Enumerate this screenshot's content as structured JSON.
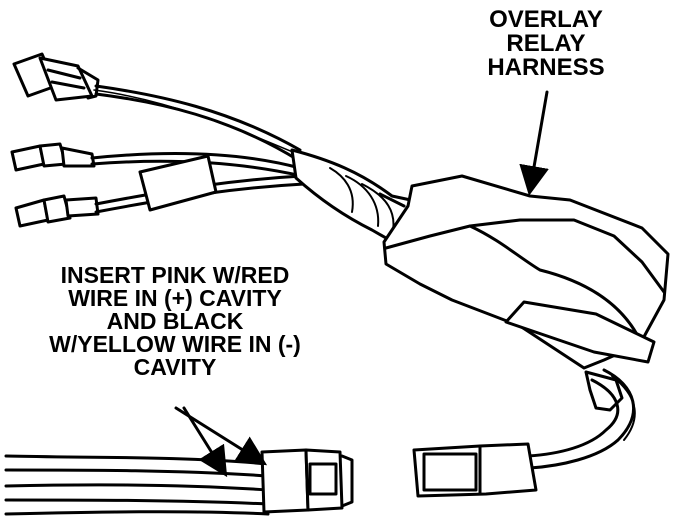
{
  "labels": {
    "overlay_relay_harness": [
      "OVERLAY",
      "RELAY",
      "HARNESS"
    ],
    "insert_instruction": [
      "INSERT PINK W/RED",
      "WIRE IN (+) CAVITY",
      "AND BLACK",
      "W/YELLOW WIRE IN (-)",
      "CAVITY"
    ]
  },
  "colors": {
    "ink": "#000000",
    "paper": "#ffffff"
  }
}
